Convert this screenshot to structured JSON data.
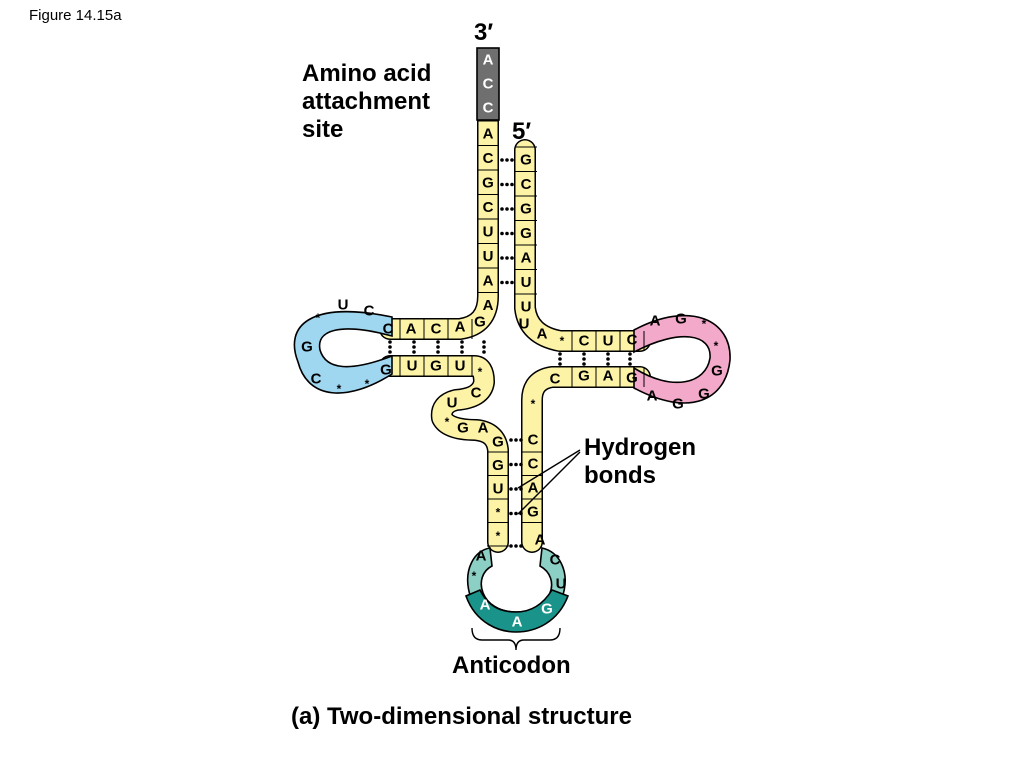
{
  "figure_label": "Figure 14.15a",
  "caption": "(a) Two-dimensional structure",
  "labels": {
    "amino_acid_site": "Amino acid attachment site",
    "hydrogen_bonds": "Hydrogen bonds",
    "anticodon": "Anticodon",
    "end_3": "3′",
    "end_5": "5′"
  },
  "colors": {
    "stem": "#fdf3a6",
    "acceptor_end": "#6f6f6f",
    "d_loop": "#9fd6f0",
    "t_loop": "#f3a9c9",
    "anticodon_loop": "#8ccfc5",
    "anticodon": "#1a948a"
  },
  "nucleotides": {
    "acceptor_3_end": [
      "A",
      "C",
      "C"
    ],
    "acceptor_left": [
      "A",
      "C",
      "G",
      "C",
      "U",
      "U",
      "A",
      "A"
    ],
    "acceptor_right": [
      "G",
      "C",
      "G",
      "G",
      "A",
      "U",
      "U"
    ],
    "d_stem_top": [
      "C",
      "A",
      "C",
      "A",
      "G"
    ],
    "d_loop": [
      "U",
      "C",
      "*",
      "G",
      "C",
      "*",
      "*"
    ],
    "d_stem_bottom": [
      "G",
      "U",
      "G",
      "U",
      "*"
    ],
    "connector": [
      "C",
      "U",
      "*",
      "G",
      "A"
    ],
    "right_junction": [
      "U",
      "A"
    ],
    "t_stem_top": [
      "*",
      "C",
      "U",
      "C"
    ],
    "t_loop": [
      "A",
      "G",
      "*",
      "*",
      "G",
      "G",
      "G",
      "A"
    ],
    "t_stem_bottom": [
      "C",
      "G",
      "A",
      "G"
    ],
    "anticodon_stem_left": [
      "G",
      "G",
      "U",
      "*",
      "*"
    ],
    "anticodon_stem_right": [
      "C",
      "C",
      "A",
      "G",
      "*"
    ],
    "anticodon_loop": [
      "A",
      "*",
      "C",
      "U",
      "A"
    ],
    "anticodon_bases": [
      "A",
      "A",
      "G"
    ]
  }
}
